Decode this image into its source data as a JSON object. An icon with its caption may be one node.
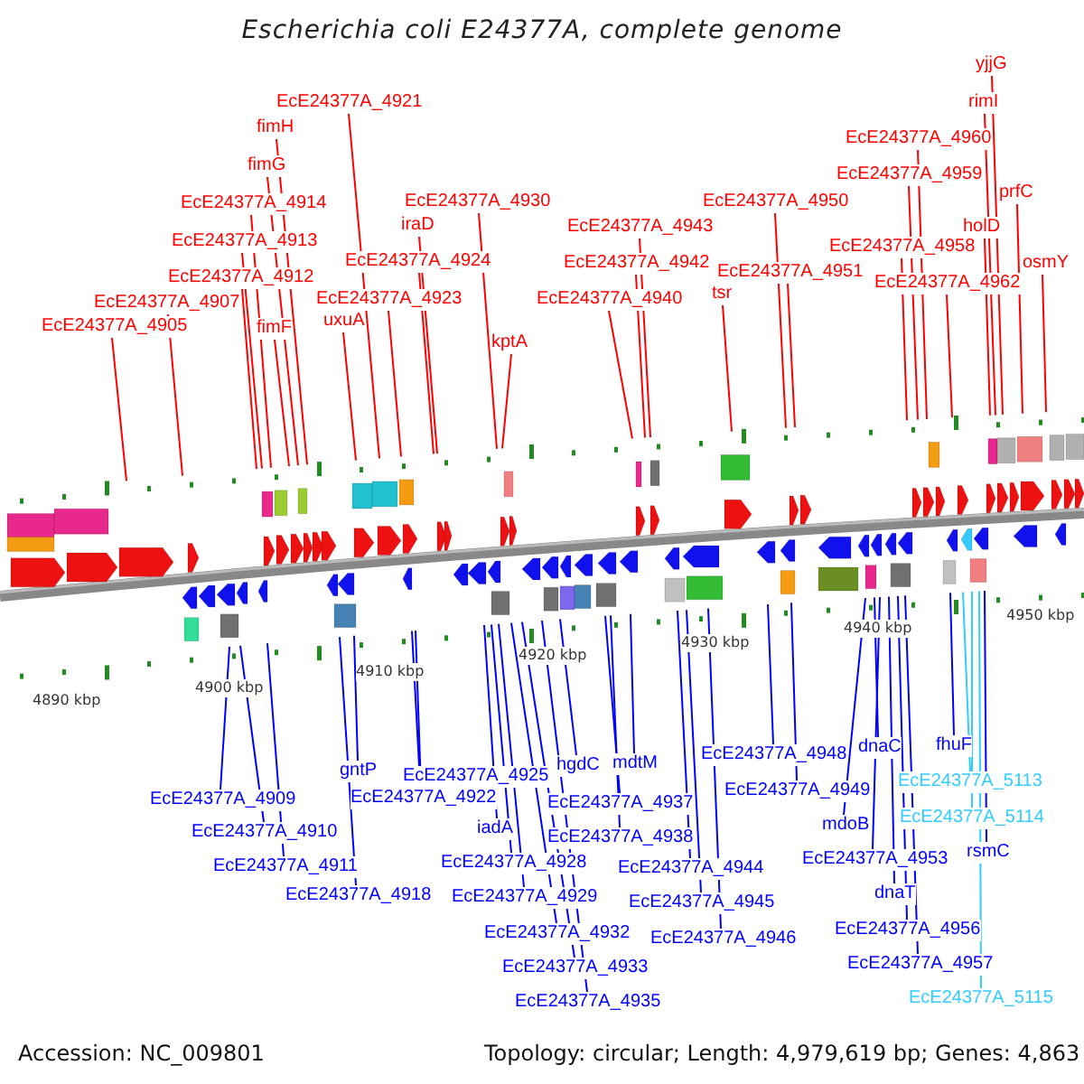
{
  "diagram": {
    "title": "Escherichia coli E24377A, complete genome",
    "nodes": [
      {
        "text": [
          "EcE24377A_4921"
        ]
      },
      {
        "text": [
          "fimH"
        ]
      },
      {
        "text": [
          "fimG"
        ]
      },
      {
        "text": [
          "EcE24377A_4914"
        ]
      },
      {
        "text": [
          "EcE24377A_4913"
        ]
      },
      {
        "text": [
          "EcE24377A_4912"
        ]
      },
      {
        "text": [
          "EcE24377A_4907"
        ]
      },
      {
        "text": [
          "EcE24377A_4905"
        ]
      },
      {
        "text": [
          "fimF"
        ]
      },
      {
        "text": [
          "uxuA"
        ]
      },
      {
        "text": [
          "EcE24377A_4923"
        ]
      },
      {
        "text": [
          "EcE24377A_4924"
        ]
      },
      {
        "text": [
          "iraD"
        ]
      },
      {
        "text": [
          "EcE24377A_4930"
        ]
      },
      {
        "text": [
          "kptA"
        ]
      },
      {
        "text": [
          "EcE24377A_4943"
        ]
      },
      {
        "text": [
          "EcE24377A_4942"
        ]
      },
      {
        "text": [
          "EcE24377A_4940"
        ]
      },
      {
        "text": [
          "tsr"
        ]
      },
      {
        "text": [
          "EcE24377A_4950"
        ]
      },
      {
        "text": [
          "EcE24377A_4951"
        ]
      },
      {
        "text": [
          "EcE24377A_4960"
        ]
      },
      {
        "text": [
          "EcE24377A_4959"
        ]
      },
      {
        "text": [
          "EcE24377A_4958"
        ]
      },
      {
        "text": [
          "EcE24377A_4962"
        ]
      },
      {
        "text": [
          "holD"
        ]
      },
      {
        "text": [
          "prfC"
        ]
      },
      {
        "text": [
          "osmY"
        ]
      },
      {
        "text": [
          "rimI"
        ]
      },
      {
        "text": [
          "yjjG"
        ]
      },
      {
        "text": [
          "EcE24377A_4909"
        ]
      },
      {
        "text": [
          "EcE24377A_4910"
        ]
      },
      {
        "text": [
          "EcE24377A_4911"
        ]
      },
      {
        "text": [
          "EcE24377A_4918"
        ]
      },
      {
        "text": [
          "gntP"
        ]
      },
      {
        "text": [
          "EcE24377A_4922"
        ]
      },
      {
        "text": [
          "EcE24377A_4925"
        ]
      },
      {
        "text": [
          "iadA"
        ]
      },
      {
        "text": [
          "EcE24377A_4928"
        ]
      },
      {
        "text": [
          "EcE24377A_4929"
        ]
      },
      {
        "text": [
          "EcE24377A_4932"
        ]
      },
      {
        "text": [
          "EcE24377A_4933"
        ]
      },
      {
        "text": [
          "EcE24377A_4935"
        ]
      },
      {
        "text": [
          "hgdC"
        ]
      },
      {
        "text": [
          "mdtM"
        ]
      },
      {
        "text": [
          "EcE24377A_4937"
        ]
      },
      {
        "text": [
          "EcE24377A_4938"
        ]
      },
      {
        "text": [
          "EcE24377A_4944"
        ]
      },
      {
        "text": [
          "EcE24377A_4945"
        ]
      },
      {
        "text": [
          "EcE24377A_4946"
        ]
      },
      {
        "text": [
          "EcE24377A_4948"
        ]
      },
      {
        "text": [
          "EcE24377A_4949"
        ]
      },
      {
        "text": [
          "mdoB"
        ]
      },
      {
        "text": [
          "dnaC"
        ]
      },
      {
        "text": [
          "EcE24377A_4953"
        ]
      },
      {
        "text": [
          "dnaT"
        ]
      },
      {
        "text": [
          "EcE24377A_4956"
        ]
      },
      {
        "text": [
          "EcE24377A_4957"
        ]
      },
      {
        "text": [
          "fhuF"
        ]
      },
      {
        "text": [
          "EcE24377A_5113"
        ]
      },
      {
        "text": [
          "EcE24377A_5114"
        ]
      },
      {
        "text": [
          "rsmC"
        ]
      },
      {
        "text": [
          "EcE24377A_5115"
        ]
      }
    ],
    "edges": [
      {
        "from": 0,
        "to": null,
        "arrow": "none",
        "color": "#ff0000"
      },
      {
        "from": 1,
        "to": null,
        "arrow": "none",
        "color": "#ff0000"
      },
      {
        "from": 2,
        "to": null,
        "arrow": "none",
        "color": "#ff0000"
      },
      {
        "from": 3,
        "to": null,
        "arrow": "none",
        "color": "#ff0000"
      },
      {
        "from": 4,
        "to": null,
        "arrow": "none",
        "color": "#ff0000"
      },
      {
        "from": 5,
        "to": null,
        "arrow": "none",
        "color": "#ff0000"
      },
      {
        "from": 6,
        "to": null,
        "arrow": "none",
        "color": "#ff0000"
      },
      {
        "from": 7,
        "to": null,
        "arrow": "none",
        "color": "#ff0000"
      },
      {
        "from": 8,
        "to": null,
        "arrow": "none",
        "color": "#ff0000"
      },
      {
        "from": 9,
        "to": null,
        "arrow": "none",
        "color": "#ff0000"
      },
      {
        "from": 10,
        "to": null,
        "arrow": "none",
        "color": "#ff0000"
      },
      {
        "from": 11,
        "to": null,
        "arrow": "none",
        "color": "#ff0000"
      },
      {
        "from": 12,
        "to": null,
        "arrow": "none",
        "color": "#ff0000"
      },
      {
        "from": 13,
        "to": null,
        "arrow": "none",
        "color": "#ff0000"
      },
      {
        "from": 14,
        "to": null,
        "arrow": "none",
        "color": "#ff0000"
      },
      {
        "from": 15,
        "to": null,
        "arrow": "none",
        "color": "#ff0000"
      },
      {
        "from": 16,
        "to": null,
        "arrow": "none",
        "color": "#ff0000"
      },
      {
        "from": 17,
        "to": null,
        "arrow": "none",
        "color": "#ff0000"
      },
      {
        "from": 18,
        "to": null,
        "arrow": "none",
        "color": "#ff0000"
      },
      {
        "from": 19,
        "to": null,
        "arrow": "none",
        "color": "#ff0000"
      },
      {
        "from": 20,
        "to": null,
        "arrow": "none",
        "color": "#ff0000"
      },
      {
        "from": 21,
        "to": null,
        "arrow": "none",
        "color": "#ff0000"
      },
      {
        "from": 22,
        "to": null,
        "arrow": "none",
        "color": "#ff0000"
      },
      {
        "from": 23,
        "to": null,
        "arrow": "none",
        "color": "#ff0000"
      },
      {
        "from": 24,
        "to": null,
        "arrow": "none",
        "color": "#ff0000"
      },
      {
        "from": 25,
        "to": null,
        "arrow": "none",
        "color": "#ff0000"
      },
      {
        "from": 26,
        "to": null,
        "arrow": "none",
        "color": "#ff0000"
      },
      {
        "from": 27,
        "to": null,
        "arrow": "none",
        "color": "#ff0000"
      },
      {
        "from": 28,
        "to": null,
        "arrow": "none",
        "color": "#ff0000"
      },
      {
        "from": 29,
        "to": null,
        "arrow": "none",
        "color": "#ff0000"
      },
      {
        "from": 30,
        "to": null,
        "arrow": "none",
        "color": "#0000ff"
      },
      {
        "from": 31,
        "to": null,
        "arrow": "none",
        "color": "#0000ff"
      },
      {
        "from": 32,
        "to": null,
        "arrow": "none",
        "color": "#0000ff"
      },
      {
        "from": 33,
        "to": null,
        "arrow": "none",
        "color": "#0000ff"
      },
      {
        "from": 34,
        "to": null,
        "arrow": "none",
        "color": "#0000ff"
      },
      {
        "from": 35,
        "to": null,
        "arrow": "none",
        "color": "#0000ff"
      },
      {
        "from": 36,
        "to": null,
        "arrow": "none",
        "color": "#0000ff"
      },
      {
        "from": 37,
        "to": null,
        "arrow": "none",
        "color": "#0000ff"
      },
      {
        "from": 38,
        "to": null,
        "arrow": "none",
        "color": "#0000ff"
      },
      {
        "from": 39,
        "to": null,
        "arrow": "none",
        "color": "#0000ff"
      },
      {
        "from": 40,
        "to": null,
        "arrow": "none",
        "color": "#0000ff"
      },
      {
        "from": 41,
        "to": null,
        "arrow": "none",
        "color": "#0000ff"
      },
      {
        "from": 42,
        "to": null,
        "arrow": "none",
        "color": "#0000ff"
      },
      {
        "from": 43,
        "to": null,
        "arrow": "none",
        "color": "#0000ff"
      },
      {
        "from": 44,
        "to": null,
        "arrow": "none",
        "color": "#0000ff"
      },
      {
        "from": 45,
        "to": null,
        "arrow": "none",
        "color": "#0000ff"
      },
      {
        "from": 46,
        "to": null,
        "arrow": "none",
        "color": "#0000ff"
      },
      {
        "from": 47,
        "to": null,
        "arrow": "none",
        "color": "#0000ff"
      },
      {
        "from": 48,
        "to": null,
        "arrow": "none",
        "color": "#0000ff"
      },
      {
        "from": 49,
        "to": null,
        "arrow": "none",
        "color": "#0000ff"
      },
      {
        "from": 50,
        "to": null,
        "arrow": "none",
        "color": "#0000ff"
      },
      {
        "from": 51,
        "to": null,
        "arrow": "none",
        "color": "#0000ff"
      },
      {
        "from": 52,
        "to": null,
        "arrow": "none",
        "color": "#0000ff"
      },
      {
        "from": 53,
        "to": null,
        "arrow": "none",
        "color": "#0000ff"
      },
      {
        "from": 54,
        "to": null,
        "arrow": "none",
        "color": "#0000ff"
      },
      {
        "from": 55,
        "to": null,
        "arrow": "none",
        "color": "#0000ff"
      },
      {
        "from": 56,
        "to": null,
        "arrow": "none",
        "color": "#0000ff"
      },
      {
        "from": 57,
        "to": null,
        "arrow": "none",
        "color": "#0000ff"
      },
      {
        "from": 58,
        "to": null,
        "arrow": "none",
        "color": "#0000ff"
      },
      {
        "from": 59,
        "to": null,
        "arrow": "none",
        "color": "#33ccff"
      },
      {
        "from": 60,
        "to": null,
        "arrow": "none",
        "color": "#33ccff"
      },
      {
        "from": 61,
        "to": null,
        "arrow": "none",
        "color": "#0000ff"
      },
      {
        "from": 62,
        "to": null,
        "arrow": "none",
        "color": "#33ccff"
      }
    ],
    "labels": [
      "4890 kbp",
      "4900 kbp",
      "4910 kbp",
      "4920 kbp",
      "4930 kbp",
      "4940 kbp",
      "4950 kbp",
      "Accession: NC_009801",
      "Topology: circular; Length: 4,979,619 bp; Genes: 4,863"
    ]
  }
}
